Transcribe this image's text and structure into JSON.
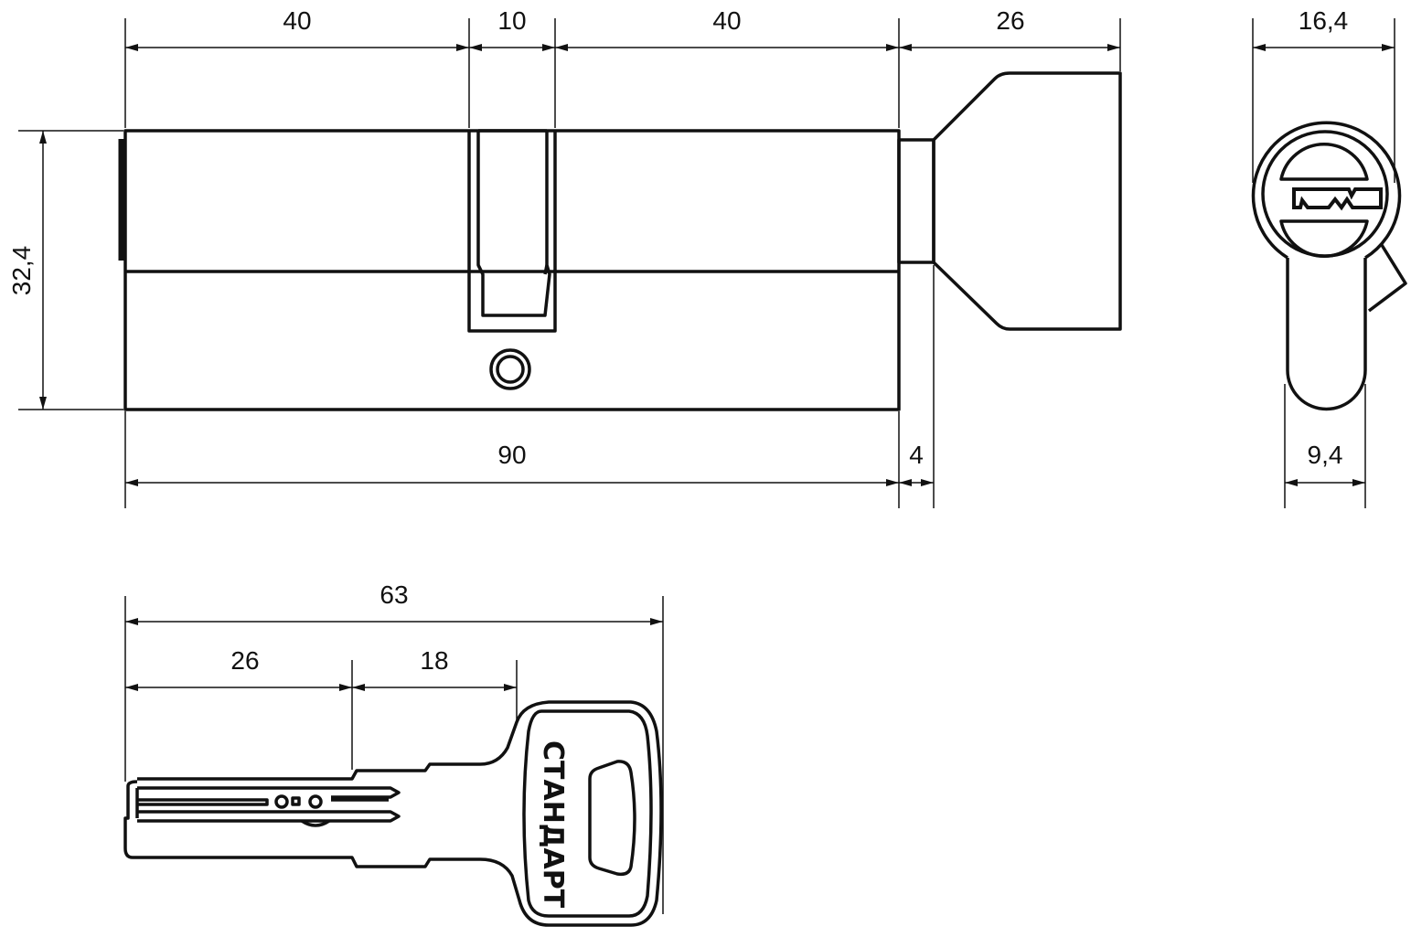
{
  "title": "Lock cylinder with thumb-turn and key, dimensional drawing",
  "cylinder_dimensions": {
    "key_side_length": "40",
    "cam_width": "10",
    "turn_side_length": "40",
    "knob_length": "26",
    "height": "32,4",
    "body_length": "90",
    "shaft_length": "4"
  },
  "profile_dimensions": {
    "width": "16,4",
    "stem_width": "9,4"
  },
  "key_dimensions": {
    "total_length": "63",
    "blade_length": "26",
    "shoulder_length": "18"
  },
  "key_brand": "СТАНДАРТ",
  "colors": {
    "line": "#111111",
    "background": "#ffffff"
  }
}
